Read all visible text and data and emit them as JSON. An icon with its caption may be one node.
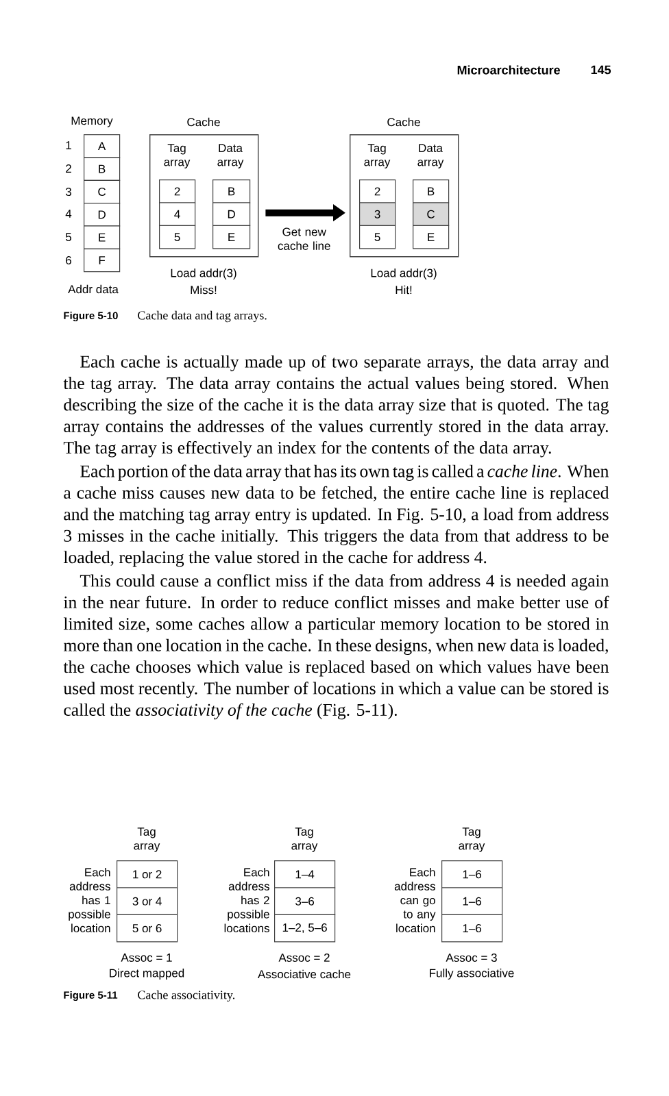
{
  "diagram": {
    "nodes": [
      {
        "text": [
          "A"
        ]
      },
      {
        "text": [
          "B"
        ]
      },
      {
        "text": [
          "C"
        ]
      },
      {
        "text": [
          "D"
        ]
      },
      {
        "text": [
          "E"
        ]
      },
      {
        "text": [
          "F"
        ]
      },
      {
        "text": [
          "Cache"
        ],
        "beside": [
          "Load addr(3)",
          "Miss!"
        ]
      },
      {
        "text": [
          "2"
        ],
        "in": 6
      },
      {
        "text": [
          "4"
        ],
        "in": 6
      },
      {
        "text": [
          "5"
        ],
        "in": 6
      },
      {
        "text": [
          "B"
        ],
        "in": 6
      },
      {
        "text": [
          "D"
        ],
        "in": 6
      },
      {
        "text": [
          "E"
        ],
        "in": 6
      },
      {
        "text": [
          "Cache"
        ],
        "beside": [
          "Load addr(3)",
          "Hit!"
        ]
      },
      {
        "text": [
          "2"
        ],
        "in": 13
      },
      {
        "text": [
          "3"
        ],
        "in": 13
      },
      {
        "text": [
          "5"
        ],
        "in": 13
      },
      {
        "text": [
          "B"
        ],
        "in": 13
      },
      {
        "text": [
          "C"
        ],
        "in": 13
      },
      {
        "text": [
          "E"
        ],
        "in": 13
      },
      {
        "text": [
          "1 or 2"
        ]
      },
      {
        "text": [
          "3 or 4"
        ]
      },
      {
        "text": [
          "5 or 6"
        ]
      },
      {
        "text": [
          "1–4"
        ]
      },
      {
        "text": [
          "3–6"
        ]
      },
      {
        "text": [
          "1–2, 5–6"
        ]
      },
      {
        "text": [
          "1–6"
        ]
      },
      {
        "text": [
          "1–6"
        ]
      },
      {
        "text": [
          "1–6"
        ]
      }
    ],
    "edges": [
      {
        "from": 6,
        "to": 13,
        "arrow": "to",
        "label": "Get new cache line"
      }
    ],
    "labels": [
      "Microarchitecture",
      "145",
      "Memory",
      "1",
      "2",
      "3",
      "4",
      "5",
      "6",
      "Tag array",
      "Data array",
      "Tag array",
      "Data array",
      "Addr data",
      "Figure 5-10",
      "Cache data and tag arrays.",
      "Each cache is actually made up of two separate arrays, the data array and the tag array. The data array contains the actual values being stored. When describing the size of the cache it is the data array size that is quoted. The tag array contains the addresses of the values currently stored in the data array. The tag array is effectively an index for the contents of the data array.",
      "Each portion of the data array that has its own tag is called a *cache line*. When a cache miss causes new data to be fetched, the entire cache line is replaced and the matching tag array entry is updated. In Fig. 5-10, a load from address 3 misses in the cache initially. This triggers the data from that address to be loaded, replacing the value stored in the cache for address 4.",
      "This could cause a conflict miss if the data from address 4 is needed again in the near future. In order to reduce conflict misses and make better use of limited size, some caches allow a particular memory location to be stored in more than one location in the cache. In these designs, when new data is loaded, the cache chooses which value is replaced based on which values have been used most recently. The number of locations in which a value can be stored is called the *associativity of the cache* (Fig. 5-11).",
      "Tag array",
      "Tag array",
      "Tag array",
      "Each address has 1 possible location",
      "Each address has 2 possible locations",
      "Each address can go to any location",
      "Assoc = 1",
      "Direct mapped",
      "Assoc = 2",
      "Associative cache",
      "Assoc = 3",
      "Fully associative",
      "Figure 5-11",
      "Cache associativity."
    ]
  }
}
